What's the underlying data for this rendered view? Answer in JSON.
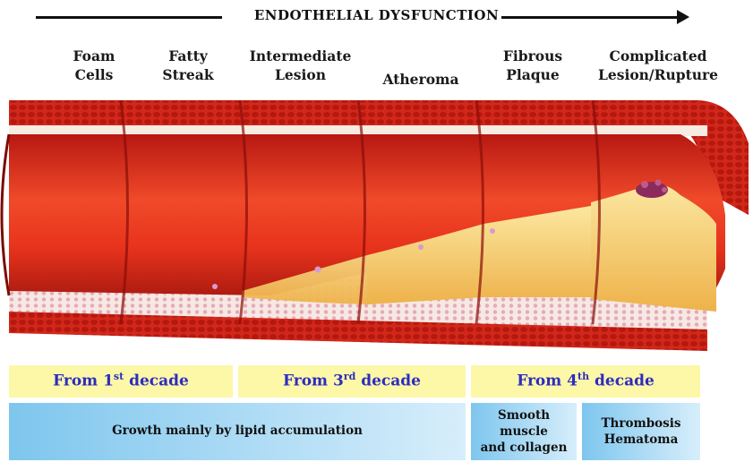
{
  "header": {
    "title": "ENDOTHELIAL DYSFUNCTION"
  },
  "stages": [
    {
      "line1": "Foam",
      "line2": "Cells"
    },
    {
      "line1": "Fatty",
      "line2": "Streak"
    },
    {
      "line1": "Intermediate",
      "line2": "Lesion"
    },
    {
      "line1": "Atheroma",
      "line2": ""
    },
    {
      "line1": "Fibrous",
      "line2": "Plaque"
    },
    {
      "line1": "Complicated",
      "line2": "Lesion/Rupture"
    }
  ],
  "decades": [
    {
      "prefix": "From 1",
      "sup": "st",
      "suffix": " decade"
    },
    {
      "prefix": "From  3",
      "sup": "rd",
      "suffix": " decade"
    },
    {
      "prefix": "From 4",
      "sup": "th",
      "suffix": " decade"
    }
  ],
  "mechanisms": [
    {
      "lines": [
        "Growth mainly by lipid accumulation"
      ]
    },
    {
      "lines": [
        "Smooth",
        "muscle",
        "and collagen"
      ]
    },
    {
      "lines": [
        "Thrombosis",
        "Hematoma"
      ]
    }
  ],
  "colors": {
    "band": "#fdf7a8",
    "band_text": "#2c2cc0",
    "mech_gradient_start": "#7ec6ee",
    "mech_gradient_end": "#d7eefb",
    "artery_red": "#d8281c",
    "plaque_yellow": "#f6c85a"
  }
}
